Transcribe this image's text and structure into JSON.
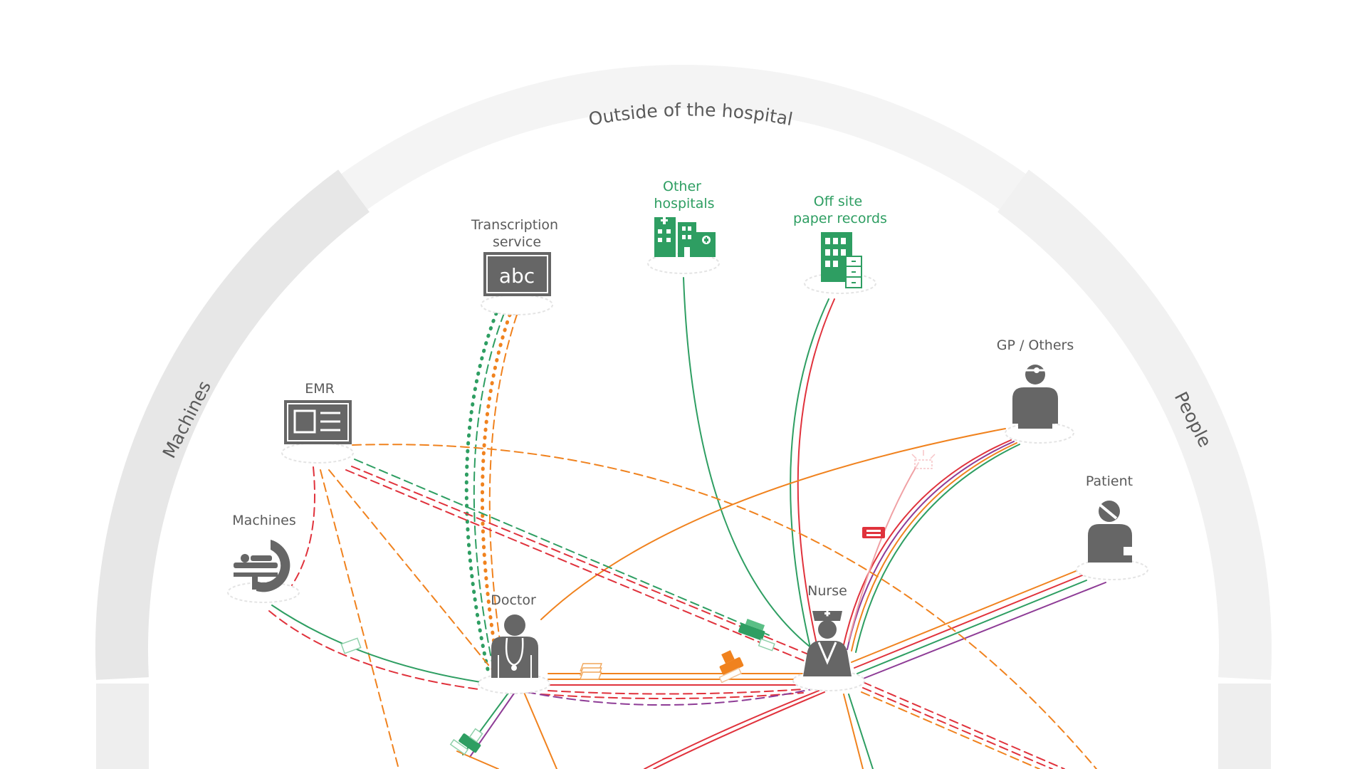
{
  "ring": {
    "top_label": "Outside of the hospital",
    "left_label": "Machines",
    "right_label": "People"
  },
  "nodes": {
    "transcription": {
      "line1": "Transcription",
      "line2": "service",
      "screen_text": "abc"
    },
    "other_hospitals": {
      "line1": "Other",
      "line2": "hospitals"
    },
    "offsite_records": {
      "line1": "Off site",
      "line2": "paper records"
    },
    "gp": {
      "label": "GP / Others"
    },
    "patient": {
      "label": "Patient"
    },
    "emr": {
      "label": "EMR"
    },
    "machines": {
      "label": "Machines"
    },
    "doctor": {
      "label": "Doctor"
    },
    "nurse": {
      "label": "Nurse"
    }
  },
  "colors": {
    "green": "#2e9e62",
    "orange": "#f0821e",
    "red": "#e0323c",
    "purple": "#8e3c96",
    "grey_icon": "#666666",
    "ring_light": "#f4f4f4",
    "ring_dark": "#e7e7e7"
  }
}
